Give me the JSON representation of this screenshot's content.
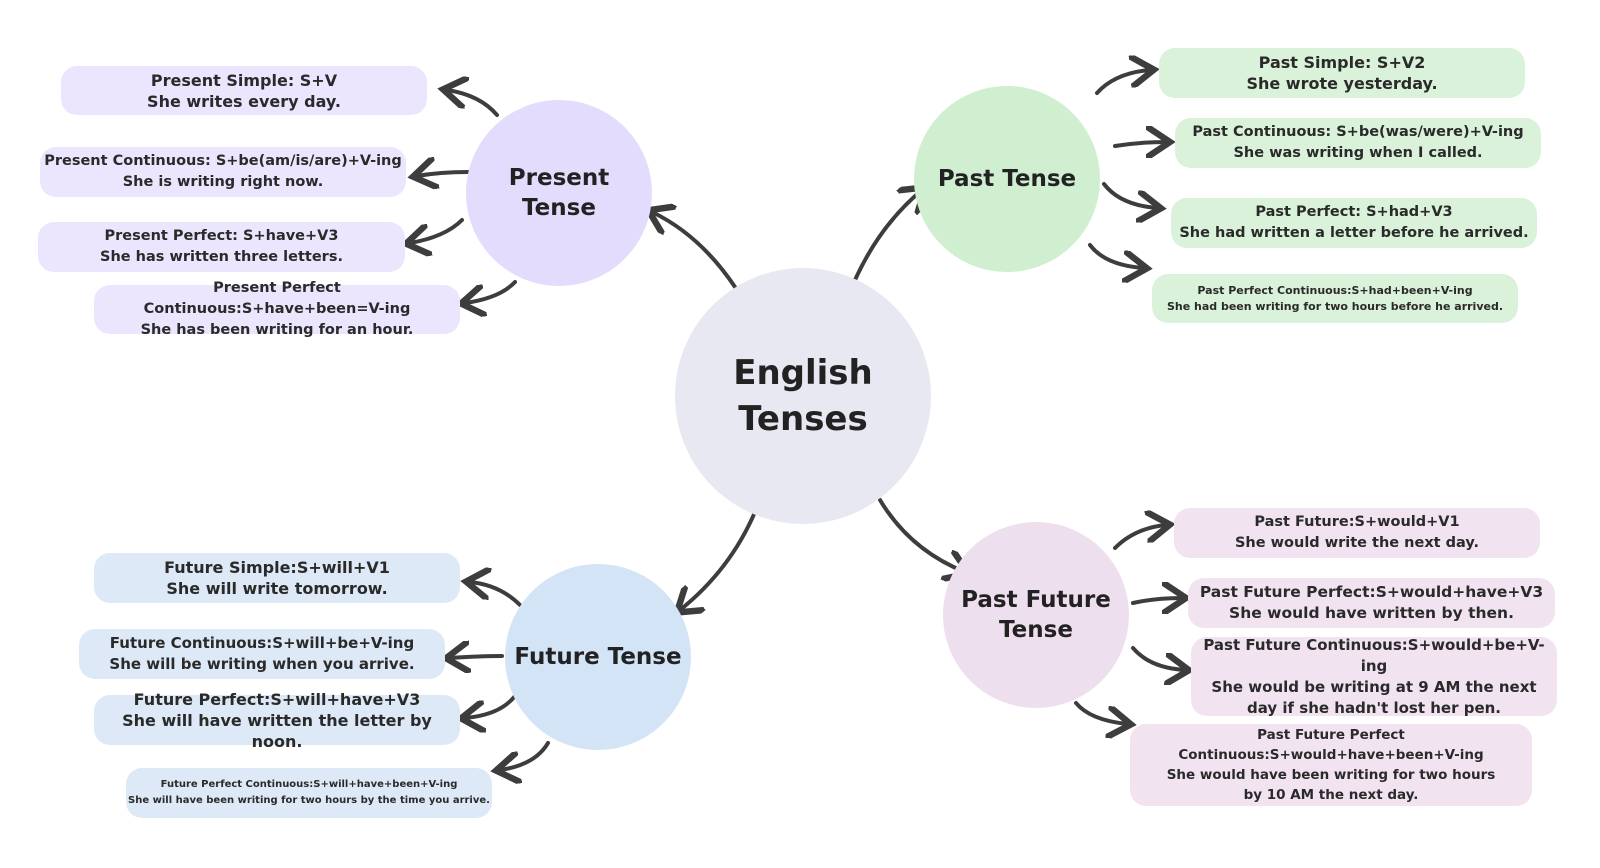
{
  "center": {
    "title_line1": "English",
    "title_line2": "Tenses"
  },
  "present": {
    "title_line1": "Present",
    "title_line2": "Tense",
    "items": [
      {
        "formula": "Present Simple: S+V",
        "example": "She writes every day."
      },
      {
        "formula": "Present Continuous: S+be(am/is/are)+V-ing",
        "example": "She is writing right now."
      },
      {
        "formula": "Present Perfect: S+have+V3",
        "example": "She has written three letters."
      },
      {
        "formula": "Present Perfect Continuous:S+have+been=V-ing",
        "example": "She has been writing for an hour."
      }
    ]
  },
  "past": {
    "title": "Past Tense",
    "items": [
      {
        "formula": "Past Simple: S+V2",
        "example": "She wrote yesterday."
      },
      {
        "formula": "Past Continuous: S+be(was/were)+V-ing",
        "example": "She was writing when I called."
      },
      {
        "formula": "Past Perfect: S+had+V3",
        "example": "She had written a letter before he arrived."
      },
      {
        "formula": "Past Perfect Continuous:S+had+been+V-ing",
        "example": "She had been writing for two hours before he arrived."
      }
    ]
  },
  "future": {
    "title": "Future Tense",
    "items": [
      {
        "formula": "Future Simple:S+will+V1",
        "example": "She will write tomorrow."
      },
      {
        "formula": "Future Continuous:S+will+be+V-ing",
        "example": "She will be writing when you arrive."
      },
      {
        "formula": "Future Perfect:S+will+have+V3",
        "example": "She will have written the letter by noon."
      },
      {
        "formula": "Future Perfect Continuous:S+will+have+been+V-ing",
        "example": "She will have been writing for two hours by the time you arrive."
      }
    ]
  },
  "past_future": {
    "title_line1": "Past Future",
    "title_line2": "Tense",
    "items": [
      {
        "formula": "Past Future:S+would+V1",
        "example": "She would write the next day."
      },
      {
        "formula": "Past Future Perfect:S+would+have+V3",
        "example": "She would have written by then."
      },
      {
        "formula": "Past Future Continuous:S+would+be+V-ing",
        "example": "She would be writing at 9 AM the next day if she hadn't lost her pen."
      },
      {
        "formula": "Past Future Perfect Continuous:S+would+have+been+V-ing",
        "example": "She would have been writing for two hours by 10 AM the next day."
      }
    ]
  },
  "colors": {
    "present": "#e3dcfd",
    "past": "#cfefd0",
    "future": "#d3e4f7",
    "past_future": "#eedfee",
    "center": "#e8e8f2"
  }
}
